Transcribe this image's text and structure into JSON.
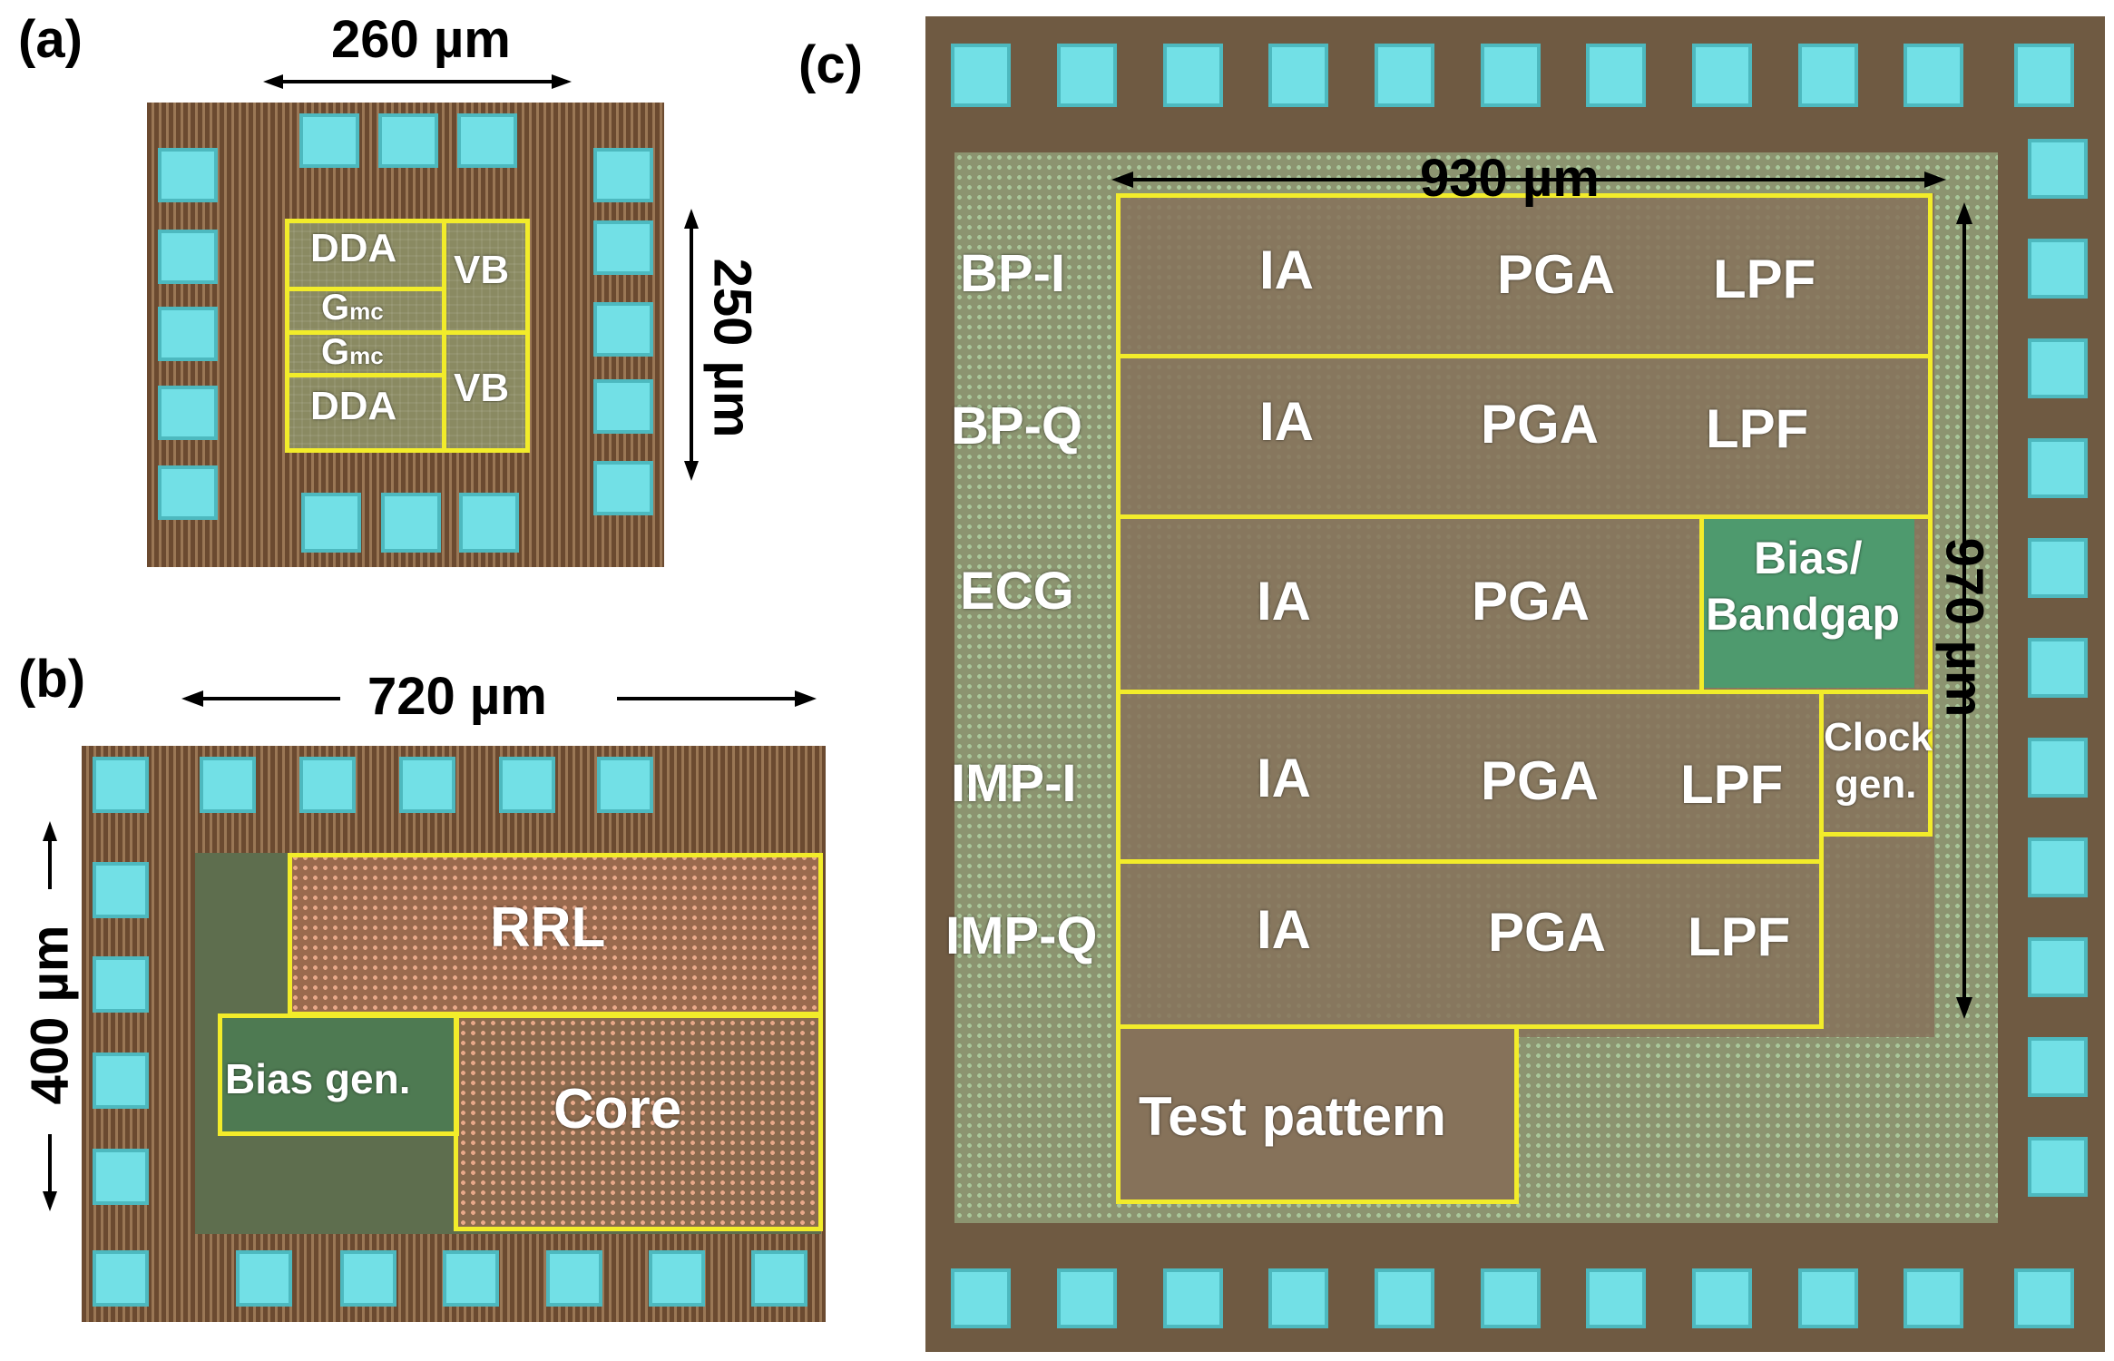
{
  "panels": {
    "a": {
      "label": "(a)",
      "width_label": "260 µm",
      "height_label": "250 µm",
      "blocks": {
        "dda_top": "DDA",
        "vb_top": "VB",
        "gmc_top": "G",
        "gmc_top_sub": "mc",
        "gmc_bottom": "G",
        "gmc_bottom_sub": "mc",
        "dda_bottom": "DDA",
        "vb_bottom": "VB"
      }
    },
    "b": {
      "label": "(b)",
      "width_label": "720 µm",
      "height_label": "400 µm",
      "blocks": {
        "rrl": "RRL",
        "bias_gen": "Bias gen.",
        "core": "Core"
      }
    },
    "c": {
      "label": "(c)",
      "width_label": "930 µm",
      "height_label": "970 µm",
      "rows": [
        {
          "name": "BP-I",
          "ia": "IA",
          "pga": "PGA",
          "lpf": "LPF"
        },
        {
          "name": "BP-Q",
          "ia": "IA",
          "pga": "PGA",
          "lpf": "LPF"
        },
        {
          "name": "ECG",
          "ia": "IA",
          "pga": "PGA"
        },
        {
          "name": "IMP-I",
          "ia": "IA",
          "pga": "PGA",
          "lpf": "LPF"
        },
        {
          "name": "IMP-Q",
          "ia": "IA",
          "pga": "PGA",
          "lpf": "LPF"
        }
      ],
      "bias_bandgap_line1": "Bias/",
      "bias_bandgap_line2": "Bandgap",
      "clock_gen_line1": "Clock",
      "clock_gen_line2": "gen.",
      "test_pattern": "Test pattern"
    }
  },
  "colors": {
    "highlight_box": "#f2ec2a",
    "bond_pad": "#72e0e6",
    "die_substrate": "#7a5a3a"
  }
}
